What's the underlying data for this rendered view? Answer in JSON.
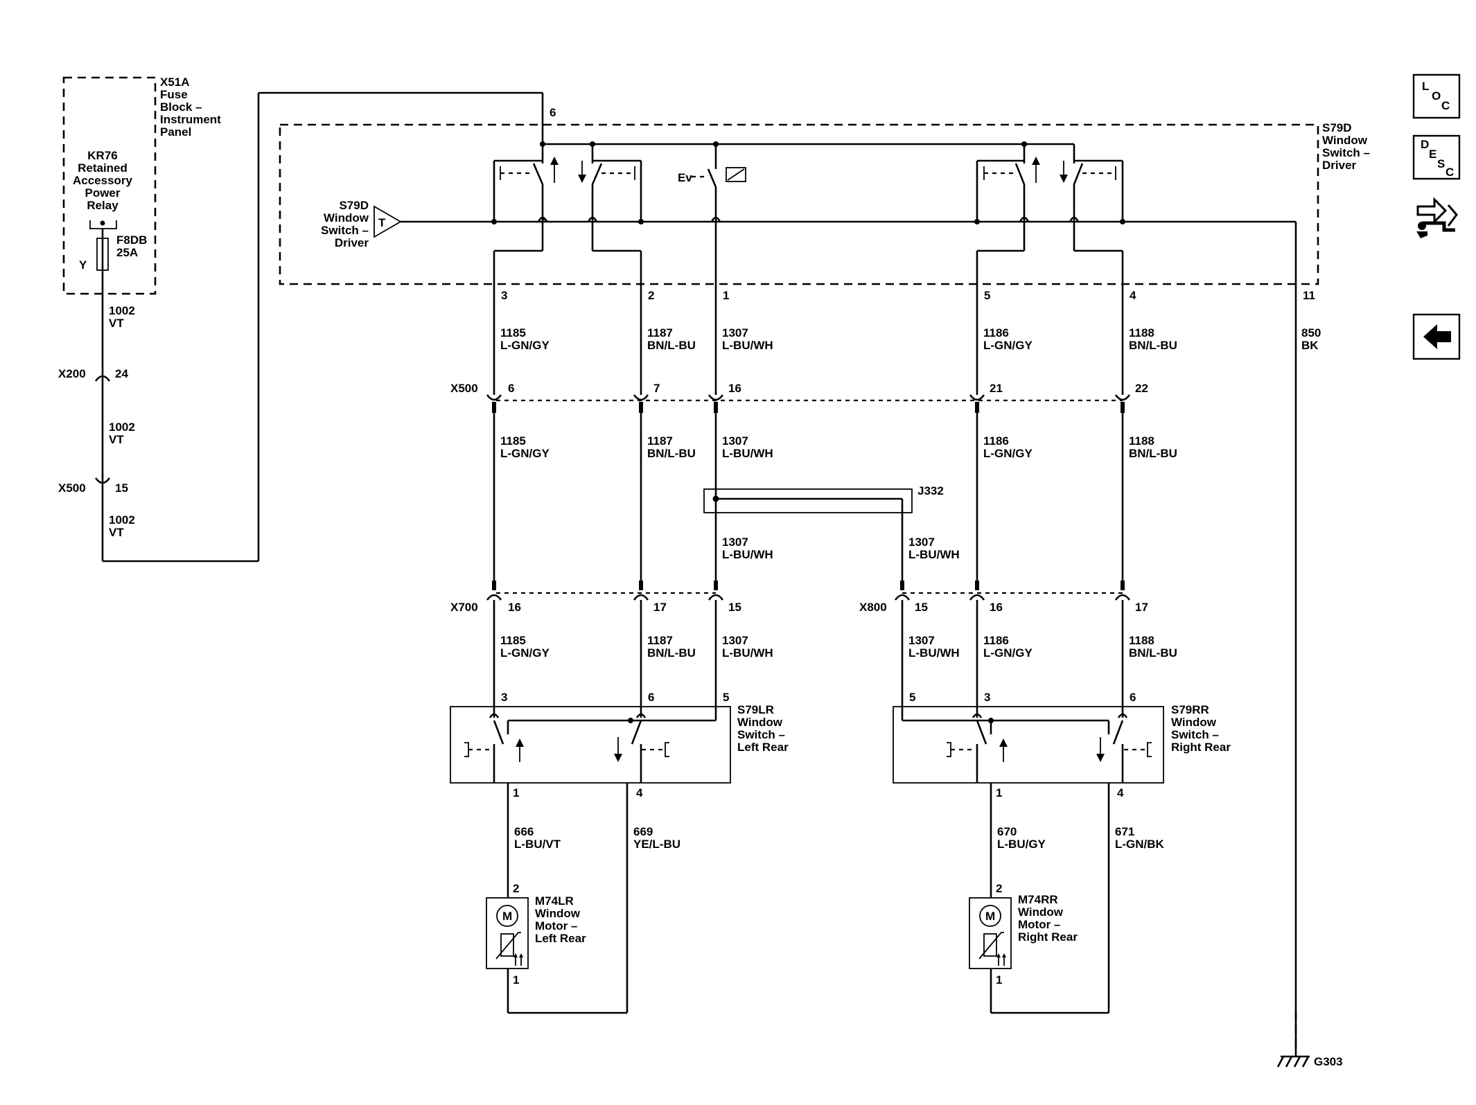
{
  "components": {
    "x51a": [
      "X51A",
      "Fuse",
      "Block –",
      "Instrument",
      "Panel"
    ],
    "kr76": [
      "KR76",
      "Retained",
      "Accessory",
      "Power",
      "Relay"
    ],
    "fuse": [
      "F8DB",
      "25A"
    ],
    "fuse_pin": "Y",
    "s79d_header": [
      "S79D",
      "Window",
      "Switch –",
      "Driver"
    ],
    "s79d_tri": [
      "S79D",
      "Window",
      "Switch –",
      "Driver"
    ],
    "tri_letter": "T",
    "s79lr": [
      "S79LR",
      "Window",
      "Switch –",
      "Left Rear"
    ],
    "s79rr": [
      "S79RR",
      "Window",
      "Switch –",
      "Right Rear"
    ],
    "m74lr": [
      "M74LR",
      "Window",
      "Motor –",
      "Left Rear"
    ],
    "m74rr": [
      "M74RR",
      "Window",
      "Motor –",
      "Right Rear"
    ],
    "motor_letter": "M",
    "j332": "J332",
    "ground": "G303",
    "ev": "Ev"
  },
  "connectors": {
    "x200": "X200",
    "x500_left": "X500",
    "x500": "X500",
    "x700": "X700",
    "x800": "X800"
  },
  "pins": {
    "p6": "6",
    "p3": "3",
    "p2": "2",
    "p1": "1",
    "p5": "5",
    "p4": "4",
    "p11": "11",
    "x200_24": "24",
    "x500_15": "15",
    "x500_6": "6",
    "x500_7": "7",
    "x500_16": "16",
    "x500_21": "21",
    "x500_22": "22",
    "x700_16": "16",
    "x700_17": "17",
    "x700_15": "15",
    "x800_15": "15",
    "x800_16": "16",
    "x800_17": "17",
    "lr_3": "3",
    "lr_6": "6",
    "lr_5": "5",
    "lr_1": "1",
    "lr_4": "4",
    "rr_5": "5",
    "rr_3": "3",
    "rr_6": "6",
    "rr_1": "1",
    "rr_4": "4",
    "mlr_2": "2",
    "mlr_1": "1",
    "mrr_2": "2",
    "mrr_1": "1"
  },
  "wires": {
    "w1002_a": [
      "1002",
      "VT"
    ],
    "w1002_b": [
      "1002",
      "VT"
    ],
    "w1002_c": [
      "1002",
      "VT"
    ],
    "w1185_a": [
      "1185",
      "L-GN/GY"
    ],
    "w1187_a": [
      "1187",
      "BN/L-BU"
    ],
    "w1307_a": [
      "1307",
      "L-BU/WH"
    ],
    "w1186_a": [
      "1186",
      "L-GN/GY"
    ],
    "w1188_a": [
      "1188",
      "BN/L-BU"
    ],
    "w850": [
      "850",
      "BK"
    ],
    "w1185_b": [
      "1185",
      "L-GN/GY"
    ],
    "w1187_b": [
      "1187",
      "BN/L-BU"
    ],
    "w1307_b": [
      "1307",
      "L-BU/WH"
    ],
    "w1186_b": [
      "1186",
      "L-GN/GY"
    ],
    "w1188_b": [
      "1188",
      "BN/L-BU"
    ],
    "w1307_c": [
      "1307",
      "L-BU/WH"
    ],
    "w1307_d": [
      "1307",
      "L-BU/WH"
    ],
    "w1185_c": [
      "1185",
      "L-GN/GY"
    ],
    "w1187_c": [
      "1187",
      "BN/L-BU"
    ],
    "w1307_e": [
      "1307",
      "L-BU/WH"
    ],
    "w1307_f": [
      "1307",
      "L-BU/WH"
    ],
    "w1186_c": [
      "1186",
      "L-GN/GY"
    ],
    "w1188_c": [
      "1188",
      "BN/L-BU"
    ],
    "w666": [
      "666",
      "L-BU/VT"
    ],
    "w669": [
      "669",
      "YE/L-BU"
    ],
    "w670": [
      "670",
      "L-BU/GY"
    ],
    "w671": [
      "671",
      "L-GN/BK"
    ]
  },
  "nav": {
    "loc": [
      "L",
      "O",
      "C"
    ],
    "desc": [
      "D",
      "E",
      "S",
      "C"
    ]
  }
}
